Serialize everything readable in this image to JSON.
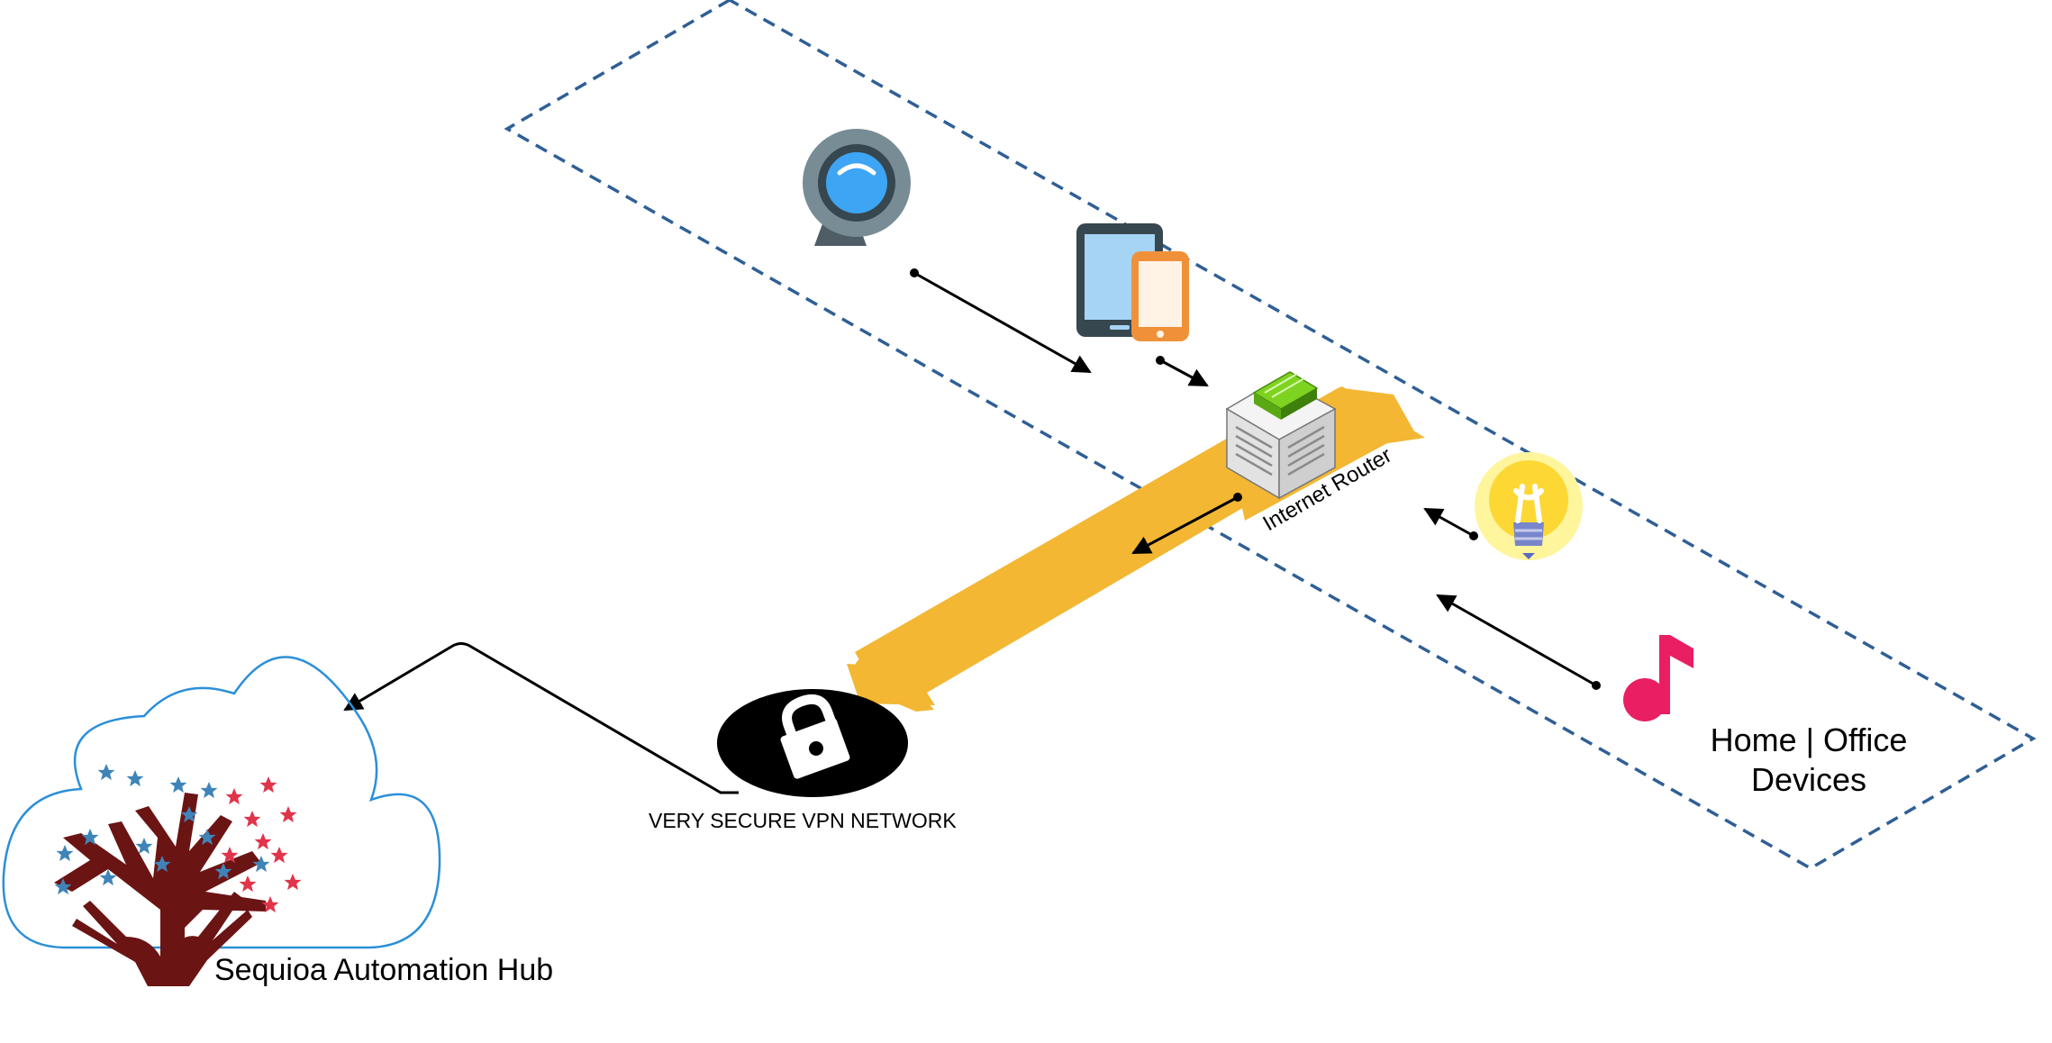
{
  "labels": {
    "router": "Internet Router",
    "vpn": "VERY SECURE VPN NETWORK",
    "devices_line1": "Home | Office",
    "devices_line2": "Devices",
    "hub": "Sequioa Automation Hub"
  },
  "icons": [
    "webcam-icon",
    "tablet-icon",
    "smartphone-icon",
    "router-icon",
    "lightbulb-icon",
    "music-note-icon",
    "padlock-icon",
    "cloud-icon",
    "tree-logo"
  ],
  "colors": {
    "boundary": "#2f5f95",
    "tunnel": "#f3b733",
    "cloud": "#2b8fd8",
    "webcam_lens": "#3ea5f5",
    "webcam_body": "#788c96",
    "tablet_screen": "#a6d4f5",
    "phone": "#f0913a",
    "router_top": "#7ed321",
    "bulb": "#fdd835",
    "music": "#e91e63",
    "vpn_disc": "#000000",
    "tree_trunk": "#6b1414",
    "star_blue": "#3f84b8",
    "star_red": "#e0344a"
  }
}
